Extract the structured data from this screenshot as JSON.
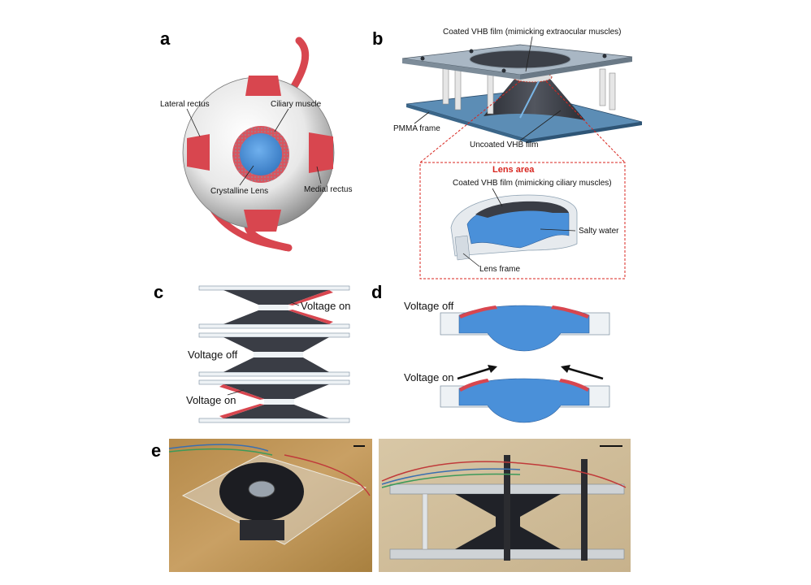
{
  "panels": {
    "a": {
      "label": "a",
      "annotations": {
        "lateral_rectus": "Lateral rectus",
        "ciliary_muscle": "Ciliary muscle",
        "crystalline_lens": "Crystalline Lens",
        "medial_rectus": "Medial rectus"
      }
    },
    "b": {
      "label": "b",
      "annotations": {
        "coated_vhb_extraocular": "Coated VHB film (mimicking extraocular muscles)",
        "pmma_frame": "PMMA frame",
        "uncoated_vhb": "Uncoated VHB film",
        "lens_area": "Lens area",
        "coated_vhb_ciliary": "Coated VHB film (mimicking ciliary muscles)",
        "salty_water": "Salty water",
        "lens_frame": "Lens frame"
      }
    },
    "c": {
      "label": "c",
      "annotations": {
        "voltage_on_top": "Voltage on",
        "voltage_off": "Voltage off",
        "voltage_on_bottom": "Voltage on"
      }
    },
    "d": {
      "label": "d",
      "annotations": {
        "voltage_off": "Voltage off",
        "voltage_on": "Voltage on"
      }
    },
    "e": {
      "label": "e"
    }
  },
  "colors": {
    "muscle_red": "#d8464f",
    "lens_blue": "#4a90d9",
    "film_dark": "#3a3d45",
    "frame_blue": "#6a8fb3",
    "accent_red": "#d8261f"
  }
}
